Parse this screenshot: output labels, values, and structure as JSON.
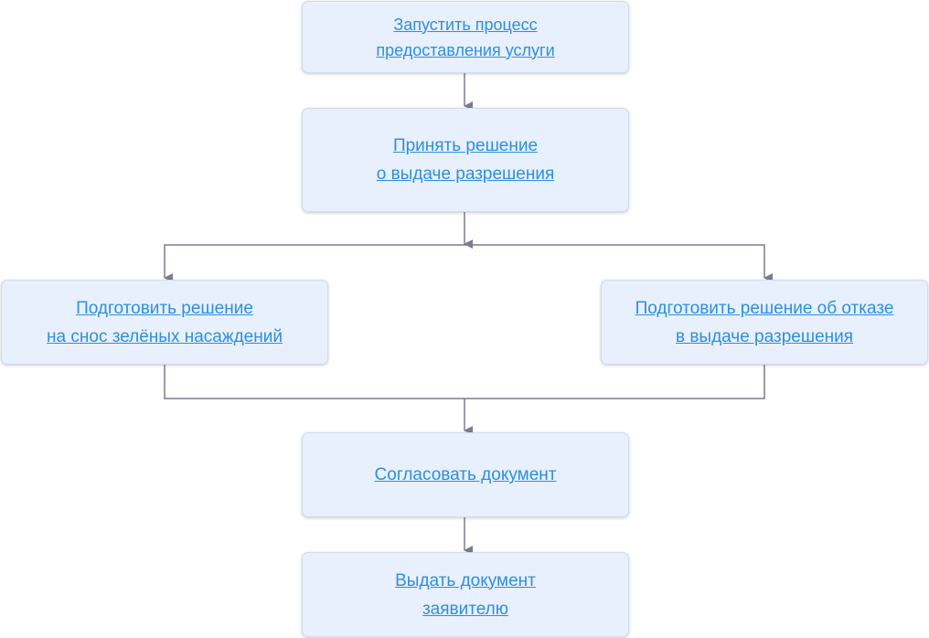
{
  "diagram": {
    "nodes": [
      {
        "id": "start",
        "lines": [
          "Запустить процесс",
          "предоставления услуги"
        ]
      },
      {
        "id": "decide",
        "lines": [
          "Принять решение",
          "о выдаче разрешения"
        ]
      },
      {
        "id": "prepare_removal",
        "lines": [
          "Подготовить решение",
          "на снос зелёных насаждений"
        ]
      },
      {
        "id": "prepare_refusal",
        "lines": [
          "Подготовить решение об отказе",
          "в выдаче разрешения"
        ]
      },
      {
        "id": "approve",
        "lines": [
          "Согласовать документ"
        ]
      },
      {
        "id": "issue",
        "lines": [
          "Выдать документ",
          "заявителю"
        ]
      }
    ],
    "edges": [
      {
        "from": "start",
        "to": "decide"
      },
      {
        "from": "decide",
        "to": "prepare_removal"
      },
      {
        "from": "decide",
        "to": "prepare_refusal"
      },
      {
        "from": "prepare_removal",
        "to": "approve"
      },
      {
        "from": "prepare_refusal",
        "to": "approve"
      },
      {
        "from": "approve",
        "to": "issue"
      }
    ]
  },
  "colors": {
    "node_fill": "#e7f0fc",
    "node_border": "#d3dbe8",
    "link_text": "#2f8fdd",
    "connector": "#7b7b93"
  }
}
